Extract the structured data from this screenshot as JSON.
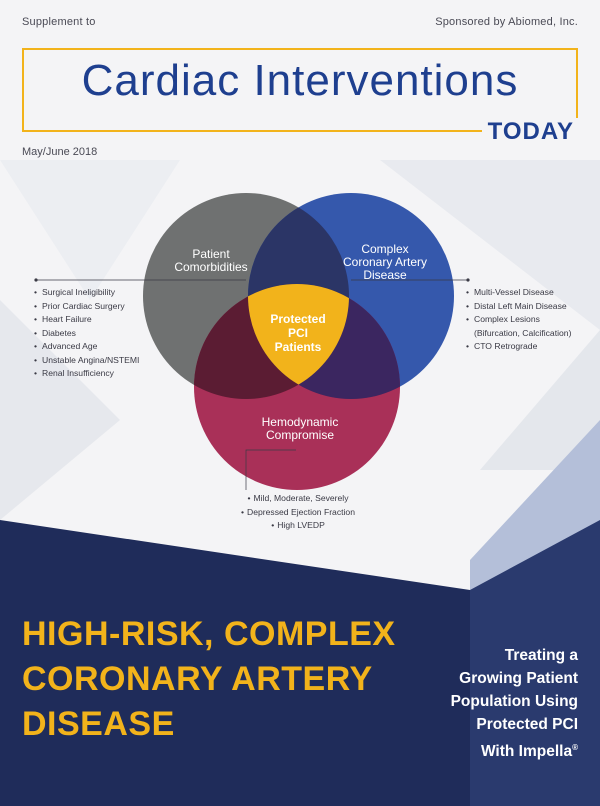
{
  "header": {
    "supplement": "Supplement to",
    "sponsor": "Sponsored by Abiomed, Inc.",
    "title": "Cardiac Interventions",
    "title_suffix": "TODAY",
    "issue_date": "May/June 2018"
  },
  "venn": {
    "circle_comorbidities": "Patient Comorbidities",
    "circle_complex_lines": [
      "Complex",
      "Coronary Artery",
      "Disease"
    ],
    "circle_hemodynamic_lines": [
      "Hemodynamic",
      "Compromise"
    ],
    "center_lines": [
      "Protected",
      "PCI",
      "Patients"
    ]
  },
  "lists": {
    "comorbidities": [
      "Surgical Ineligibility",
      "Prior Cardiac Surgery",
      "Heart Failure",
      "Diabetes",
      "Advanced Age",
      "Unstable Angina/NSTEMI",
      "Renal Insufficiency"
    ],
    "complex_disease": [
      "Multi-Vessel Disease",
      "Distal Left Main Disease",
      "Complex Lesions",
      "(Bifurcation, Calcification)",
      "CTO Retrograde"
    ],
    "hemodynamic": [
      "Mild, Moderate, Severely",
      "Depressed Ejection Fraction",
      "High LVEDP"
    ]
  },
  "headline_lines": [
    "HIGH-RISK, COMPLEX",
    "CORONARY ARTERY",
    "DISEASE"
  ],
  "subhead_lines": [
    "Treating a",
    "Growing Patient",
    "Population Using",
    "Protected PCI",
    "With Impella"
  ],
  "subhead_mark": "®",
  "colors": {
    "brand_blue": "#1e3f8f",
    "accent_gold": "#f2b31b",
    "circle_gray": "#6f7171",
    "circle_blue": "#2a4fa8",
    "circle_crimson": "#a21e4a",
    "navy": "#1f2c5a"
  }
}
